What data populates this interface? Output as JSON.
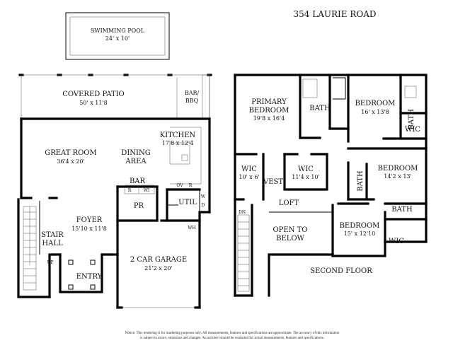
{
  "title": "354 LAURIE ROAD",
  "pool": {
    "name": "SWIMMING POOL",
    "dims": "24' x 10'"
  },
  "first_floor": {
    "covered_patio": {
      "name": "COVERED PATIO",
      "dims": "50' x 11'8"
    },
    "bar_bbq": {
      "line1": "BAR/",
      "line2": "BBQ"
    },
    "kitchen": {
      "name": "KITCHEN",
      "dims": "17'8 x 12'4"
    },
    "great_room": {
      "name": "GREAT ROOM",
      "dims": "36'4 x 20'"
    },
    "dining": {
      "line1": "DINING",
      "line2": "AREA"
    },
    "bar": {
      "name": "BAR",
      "r": "R",
      "wi": "WI"
    },
    "ov_r": {
      "ov": "OV",
      "r": "R"
    },
    "wd": {
      "w": "W",
      "d": "D"
    },
    "util": "UTIL",
    "pr": "PR",
    "foyer": {
      "name": "FOYER",
      "dims": "15'10 x 11'8"
    },
    "stair_hall": {
      "line1": "STAIR",
      "line2": "HALL"
    },
    "up": "UP",
    "entry": "ENTRY",
    "wh": "WH",
    "garage": {
      "name": "2 CAR GARAGE",
      "dims": "21'2 x 20'"
    }
  },
  "second_floor": {
    "label": "SECOND FLOOR",
    "primary_bedroom": {
      "line1": "PRIMARY",
      "line2": "BEDROOM",
      "dims": "19'8 x 16'4"
    },
    "bath_primary": "BATH",
    "bedroom_a": {
      "name": "BEDROOM",
      "dims": "16' x 13'8"
    },
    "bath_a": "BATH",
    "wic_a": "WIC",
    "wic_left": {
      "name": "WIC",
      "dims": "10' x 6'"
    },
    "vest": "VEST",
    "wic_center": {
      "name": "WIC",
      "dims": "11'4 x 10'"
    },
    "bath_vertical": "BATH",
    "bedroom_b": {
      "name": "BEDROOM",
      "dims": "14'2 x 13'"
    },
    "loft": "LOFT",
    "dn": "DN",
    "open_to_below": {
      "line1": "OPEN TO",
      "line2": "BELOW"
    },
    "bath_c": "BATH",
    "bedroom_c": {
      "name": "BEDROOM",
      "dims": "15' x 12'10"
    },
    "wic_c": "WIC"
  },
  "notice": {
    "line1": "Notice: This rendering is for marketing purposes only. All measurements, features and specifications are approximate. The accuracy of this information",
    "line2": "is subject to errors, omissions and changes. An architect should be contacted for actual measurements, features and specifications."
  }
}
